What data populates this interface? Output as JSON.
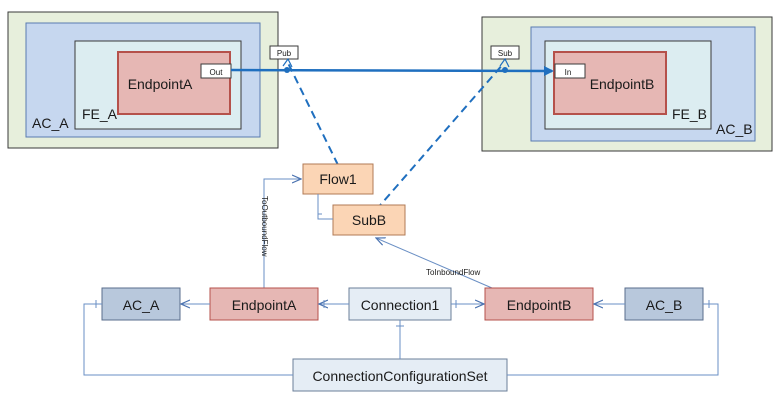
{
  "top_left": {
    "ac_label": "AC_A",
    "fe_label": "FE_A",
    "endpoint_label": "EndpointA",
    "out_port": "Out",
    "pub_port": "Pub"
  },
  "top_right": {
    "ac_label": "AC_B",
    "fe_label": "FE_B",
    "endpoint_label": "EndpointB",
    "in_port": "In",
    "sub_port": "Sub"
  },
  "flows": {
    "flow1": "Flow1",
    "subb": "SubB",
    "to_outbound": "ToOutboundFlow",
    "to_inbound": "ToInboundFlow"
  },
  "bottom": {
    "ac_a": "AC_A",
    "endpoint_a": "EndpointA",
    "connection": "Connection1",
    "endpoint_b": "EndpointB",
    "ac_b": "AC_B",
    "config_set": "ConnectionConfigurationSet"
  },
  "colors": {
    "outer_green": "#e7efdc",
    "ac_blue": "#c6d7ef",
    "fe_light": "#dcedf1",
    "endpoint_red": "#e6b7b4",
    "endpoint_border": "#b5514b",
    "flow_orange": "#fbd5b5",
    "bottom_ac": "#b8c8dc",
    "connection_fill": "#e5edf5",
    "arrow_blue": "#1f6fbf",
    "thin_blue": "#6a8fc4"
  }
}
